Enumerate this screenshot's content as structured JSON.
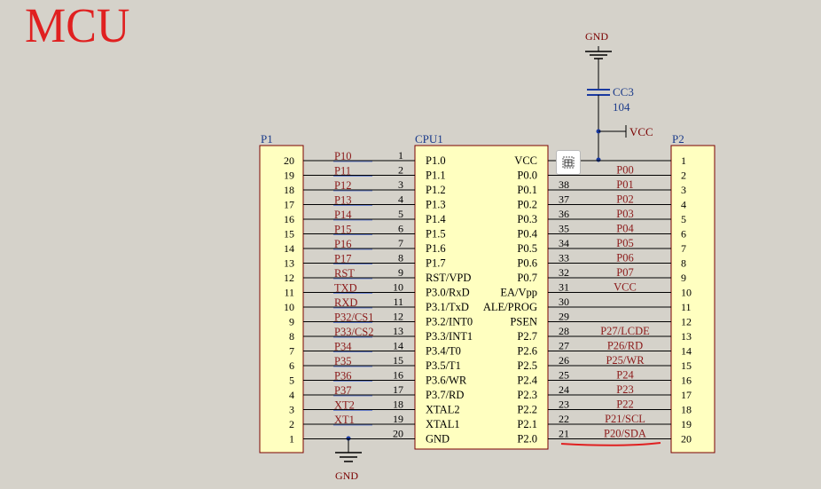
{
  "title": "MCU",
  "colors": {
    "background": "#d5d2ca",
    "component_fill": "#ffffc0",
    "wire": "#000000",
    "label_red": "#8b1a1a",
    "designator_blue": "#1a3a8a",
    "highlight": "#e02020"
  },
  "cpu": {
    "designator": "CPU1",
    "left_pins": [
      {
        "num": "1",
        "name": "P1.0",
        "net": "P10"
      },
      {
        "num": "2",
        "name": "P1.1",
        "net": "P11"
      },
      {
        "num": "3",
        "name": "P1.2",
        "net": "P12"
      },
      {
        "num": "4",
        "name": "P1.3",
        "net": "P13"
      },
      {
        "num": "5",
        "name": "P1.4",
        "net": "P14"
      },
      {
        "num": "6",
        "name": "P1.5",
        "net": "P15"
      },
      {
        "num": "7",
        "name": "P1.6",
        "net": "P16"
      },
      {
        "num": "8",
        "name": "P1.7",
        "net": "P17"
      },
      {
        "num": "9",
        "name": "RST/VPD",
        "net": "RST"
      },
      {
        "num": "10",
        "name": "P3.0/RxD",
        "net": "TXD"
      },
      {
        "num": "11",
        "name": "P3.1/TxD",
        "net": "RXD"
      },
      {
        "num": "12",
        "name": "P3.2/INT0",
        "net": "P32/CS1"
      },
      {
        "num": "13",
        "name": "P3.3/INT1",
        "net": "P33/CS2"
      },
      {
        "num": "14",
        "name": "P3.4/T0",
        "net": "P34"
      },
      {
        "num": "15",
        "name": "P3.5/T1",
        "net": "P35"
      },
      {
        "num": "16",
        "name": "P3.6/WR",
        "net": "P36"
      },
      {
        "num": "17",
        "name": "P3.7/RD",
        "net": "P37"
      },
      {
        "num": "18",
        "name": "XTAL2",
        "net": "XT2"
      },
      {
        "num": "19",
        "name": "XTAL1",
        "net": "XT1"
      },
      {
        "num": "20",
        "name": "GND",
        "net": ""
      }
    ],
    "right_pins": [
      {
        "num": "",
        "name": "VCC",
        "net": "P00"
      },
      {
        "num": "38",
        "name": "P0.0",
        "net": "P01"
      },
      {
        "num": "37",
        "name": "P0.1",
        "net": "P02"
      },
      {
        "num": "36",
        "name": "P0.2",
        "net": "P03"
      },
      {
        "num": "35",
        "name": "P0.3",
        "net": "P04"
      },
      {
        "num": "34",
        "name": "P0.4",
        "net": "P05"
      },
      {
        "num": "33",
        "name": "P0.5",
        "net": "P06"
      },
      {
        "num": "32",
        "name": "P0.6",
        "net": "P07"
      },
      {
        "num": "31",
        "name": "P0.7",
        "net": "VCC"
      },
      {
        "num": "30",
        "name": "EA/Vpp",
        "net": ""
      },
      {
        "num": "29",
        "name": "ALE/PROG",
        "net": ""
      },
      {
        "num": "28",
        "name": "PSEN",
        "net": "P27/LCDE"
      },
      {
        "num": "27",
        "name": "P2.7",
        "net": "P26/RD"
      },
      {
        "num": "26",
        "name": "P2.6",
        "net": "P25/WR"
      },
      {
        "num": "25",
        "name": "P2.5",
        "net": "P24"
      },
      {
        "num": "24",
        "name": "P2.4",
        "net": "P23"
      },
      {
        "num": "23",
        "name": "P2.3",
        "net": "P22"
      },
      {
        "num": "22",
        "name": "P2.2",
        "net": "P21/SCL"
      },
      {
        "num": "21",
        "name": "P2.1",
        "net": "P20/SDA"
      },
      {
        "num": "",
        "name": "P2.0",
        "net": ""
      }
    ]
  },
  "p1": {
    "designator": "P1",
    "pins": [
      "20",
      "19",
      "18",
      "17",
      "16",
      "15",
      "14",
      "13",
      "12",
      "11",
      "10",
      "9",
      "8",
      "7",
      "6",
      "5",
      "4",
      "3",
      "2",
      "1"
    ]
  },
  "p2": {
    "designator": "P2",
    "pins": [
      "1",
      "2",
      "3",
      "4",
      "5",
      "6",
      "7",
      "8",
      "9",
      "10",
      "11",
      "12",
      "13",
      "14",
      "15",
      "16",
      "17",
      "18",
      "19",
      "20"
    ]
  },
  "capacitor": {
    "designator": "CC3",
    "value": "104"
  },
  "power": {
    "gnd_top": "GND",
    "gnd_bottom": "GND",
    "vcc": "VCC"
  },
  "icons": {
    "toolbar": "table-select-icon"
  }
}
